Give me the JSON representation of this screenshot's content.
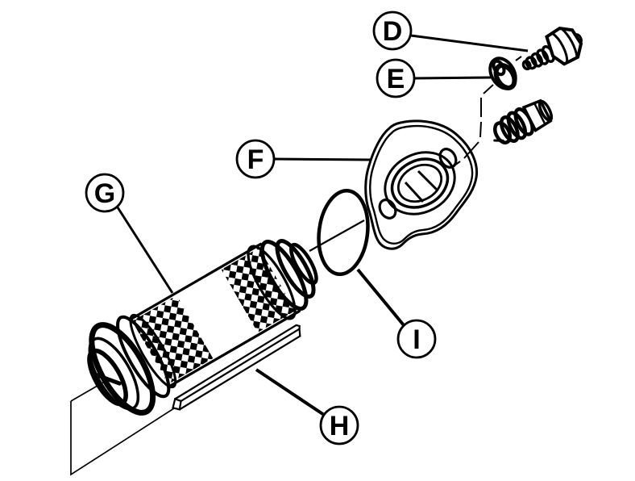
{
  "diagram": {
    "type": "exploded-parts-diagram",
    "background_color": "#ffffff",
    "line_color": "#000000"
  },
  "callouts": [
    {
      "letter": "D",
      "target_part": "hex-bolt"
    },
    {
      "letter": "E",
      "target_part": "lock-washer"
    },
    {
      "letter": "F",
      "target_part": "outlet-flange-cover"
    },
    {
      "letter": "G",
      "target_part": "filter-screen-element"
    },
    {
      "letter": "H",
      "target_part": "magnet-bar"
    },
    {
      "letter": "I",
      "target_part": "o-ring-gasket"
    }
  ]
}
